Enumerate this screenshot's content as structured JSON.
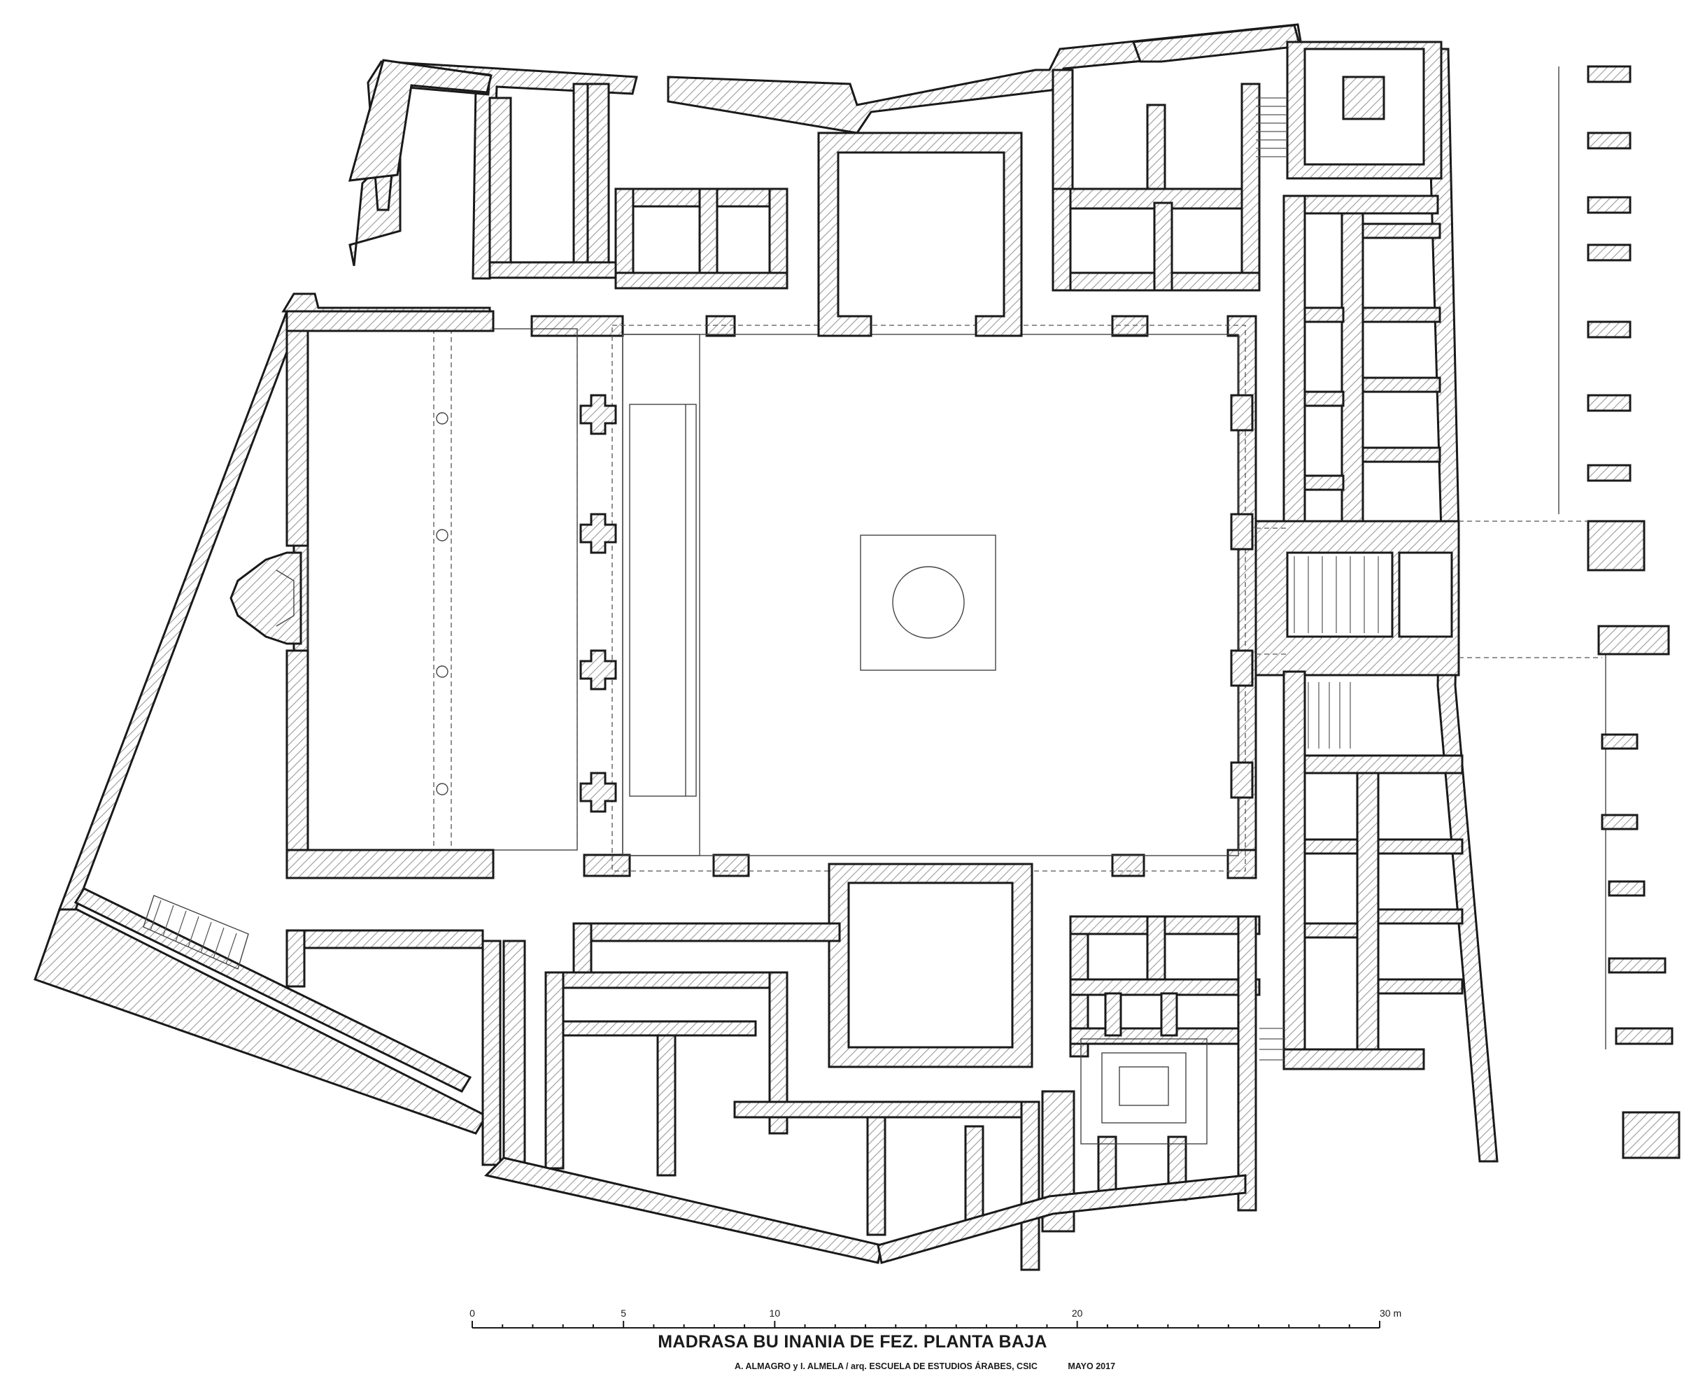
{
  "title": "MADRASA BU INANIA DE FEZ. PLANTA BAJA",
  "credits": {
    "authors": "A. ALMAGRO y I. ALMELA / arq. ESCUELA DE ESTUDIOS ÁRABES, CSIC",
    "date": "MAYO 2017"
  },
  "scale_bar": {
    "ticks": [
      {
        "value": 0,
        "label": "0"
      },
      {
        "value": 5,
        "label": "5"
      },
      {
        "value": 10,
        "label": "10"
      },
      {
        "value": 20,
        "label": "20"
      },
      {
        "value": 30,
        "label": "30 m"
      }
    ],
    "max": 30
  },
  "colors": {
    "line": "#1a1a1a",
    "hatch": "#9a9a9a",
    "background": "#ffffff"
  }
}
